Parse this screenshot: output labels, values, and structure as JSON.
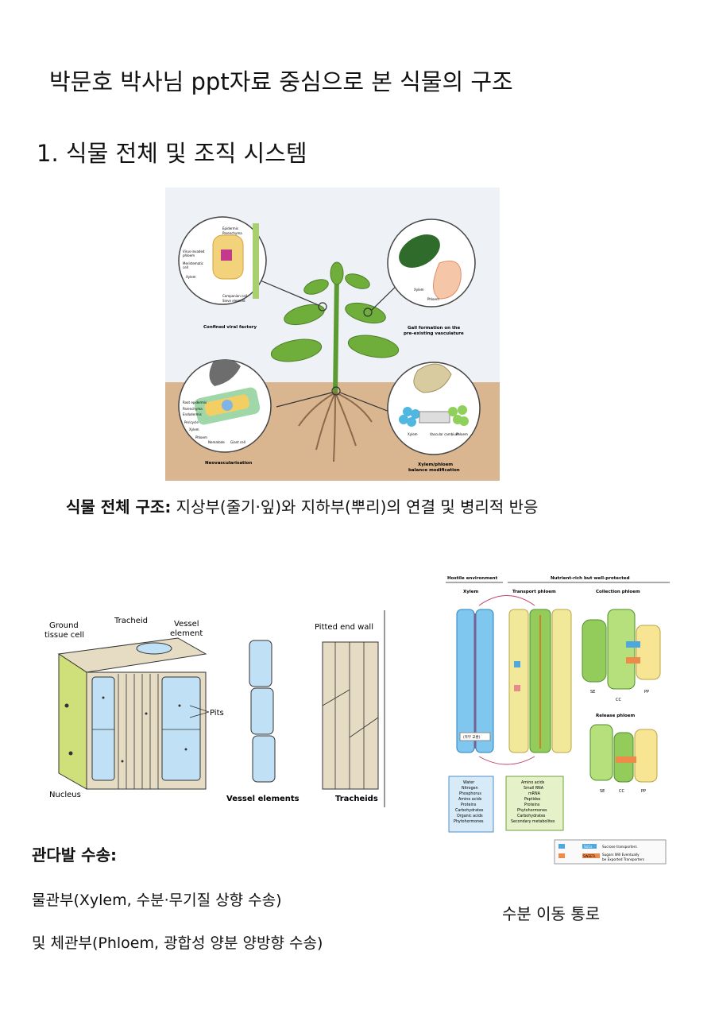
{
  "document": {
    "title": "박문호 박사님 ppt자료 중심으로 본  식물의 구조",
    "section_heading": "1.  식물 전체  및 조직 시스템"
  },
  "plant_figure": {
    "callouts": {
      "top_left": "Confined viral factory",
      "top_right_1": "Gall formation on the",
      "top_right_2": "pre-existing vasculature",
      "bottom_left": "Neovascularisation",
      "bottom_right_1": "Xylem/phloem",
      "bottom_right_2": "balance modification"
    },
    "labels_tl": [
      "Epidermis",
      "Parenchyma",
      "Virus-invaded",
      "phloem",
      "Meristematic",
      "cell",
      "Xylem",
      "Companion cell",
      "Sieve element"
    ],
    "labels_tr": [
      "Xylem",
      "Phloem"
    ],
    "labels_bl": [
      "Root epidermis",
      "Parenchyma",
      "Endodermis",
      "Pericycle",
      "Xylem",
      "Phloem",
      "Nematode",
      "Giant cell"
    ],
    "labels_br": [
      "Xylem",
      "Vascular cambium",
      "Phloem"
    ]
  },
  "caption_plant": {
    "bold": "식물 전체 구조:",
    "rest": " 지상부(줄기·잎)와 지하부(뿌리)의 연결 및 병리적 반응"
  },
  "vascular_figure": {
    "label_ground": "Ground",
    "label_ground2": "tissue cell",
    "label_tracheid": "Tracheid",
    "label_vessel": "Vessel",
    "label_vessel2": "element",
    "label_pits": "Pits",
    "label_nucleus": "Nucleus",
    "label_pitted": "Pitted end wall",
    "label_vessel_elements": "Vessel elements",
    "label_tracheids": "Tracheids"
  },
  "transport_figure": {
    "hostile": "Hostile environment",
    "nutrient": "Nutrient-rich but well-protected",
    "xylem": "Xylem",
    "transport_phloem": "Transport phloem",
    "collection_phloem": "Collection phloem",
    "release_phloem": "Release phloem",
    "cell_labels": [
      "SE",
      "CC",
      "PP"
    ],
    "xylem_contents": [
      "Water",
      "Nitrogen",
      "Phosphorus",
      "Amino acids",
      "Proteins",
      "Carbohydrates",
      "Organic acids",
      "Phytohormones"
    ],
    "phloem_contents": [
      "Amino acids",
      "Small RNA",
      "mRNA",
      "Peptides",
      "Proteins",
      "Phytohormones",
      "Carbohydrates",
      "Secondary metabolites"
    ],
    "legend_suc": "SUCs",
    "legend_sweet": "SWEETs",
    "legend_text_1": "Sucrose transporters",
    "legend_text_2": "Sugars Will Eventually",
    "legend_text_3": "be Exported Transporters",
    "inner_tag": "(측부 교환)"
  },
  "vascular_section": {
    "title": "관다발 수송:",
    "xylem_line": "물관부(Xylem, 수분·무기질 상향 수송)",
    "phloem_line": "및 체관부(Phloem, 광합성 양분 양방향 수송)"
  },
  "flow_caption": "수분 이동 통로",
  "colors": {
    "soil": "#d8b58f",
    "sky": "#eef2f7",
    "leaf": "#6fae3a",
    "vessel_blue": "#bfe0f5",
    "tracheid_tan": "#e6dcc3",
    "phloem_green": "#a8d46a",
    "pink": "#e0567a"
  }
}
